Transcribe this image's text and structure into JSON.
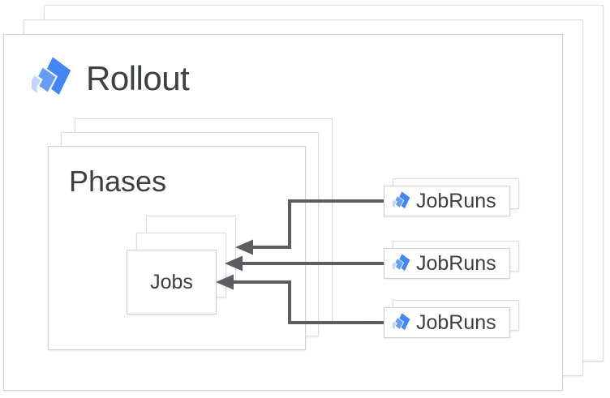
{
  "diagram": {
    "title": "Rollout",
    "phases_label": "Phases",
    "jobs_label": "Jobs",
    "jobruns": [
      {
        "label": "JobRuns"
      },
      {
        "label": "JobRuns"
      },
      {
        "label": "JobRuns"
      }
    ],
    "connections": [
      {
        "from": "jobruns-1",
        "to": "jobs-stack-back-card"
      },
      {
        "from": "jobruns-2",
        "to": "jobs-stack-middle-card"
      },
      {
        "from": "jobruns-3",
        "to": "jobs-stack-front-card"
      }
    ],
    "colors": {
      "icon_blue_dark": "#4285F4",
      "icon_blue_medium": "#669DF6",
      "icon_blue_light": "#C3D7FB",
      "arrow": "#5A5E63",
      "card_border": "#CFD1D5",
      "card_border_light": "#DADCE0",
      "text": "#3C4043",
      "background": "#FFFFFF"
    }
  }
}
